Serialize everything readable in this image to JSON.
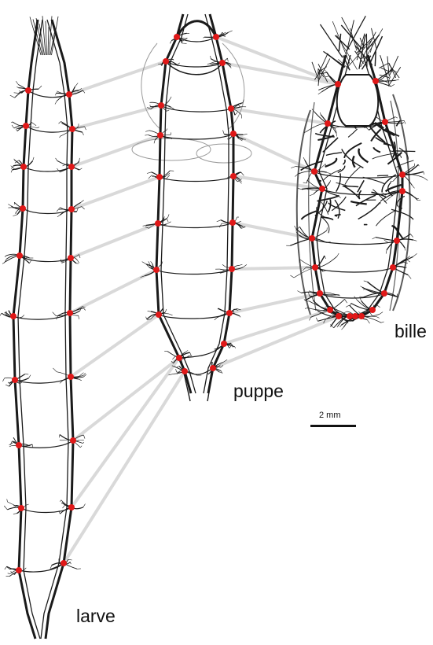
{
  "labels": {
    "larva": "larve",
    "pupa": "puppe",
    "beetle": "bille"
  },
  "scale_bar": {
    "text": "2 mm"
  },
  "colors": {
    "trachea": "#1a1a1a",
    "spiracle": "#e01818",
    "connector": "#d9d9d9",
    "shell": "#5a5a5a"
  }
}
